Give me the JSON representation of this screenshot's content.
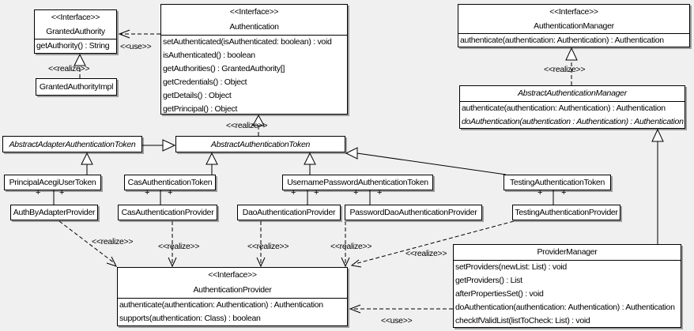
{
  "diagram": {
    "background_color": "#f0f0f0",
    "box_fill": "#ffffff",
    "line_color": "#000000",
    "shadow_color": "#9c9c9c"
  },
  "boxes": {
    "granted_authority": {
      "stereotype": "<<Interface>>",
      "name": "GrantedAuthority",
      "methods": [
        "getAuthority() : String"
      ]
    },
    "granted_authority_impl": {
      "name": "GrantedAuthorityImpl"
    },
    "authentication": {
      "stereotype": "<<Interface>>",
      "name": "Authentication",
      "methods": [
        "setAuthenticated(isAuthenticated: boolean) : void",
        "isAuthenticated() : boolean",
        "getAuthorities() : GrantedAuthority[]",
        "getCredentials() : Object",
        "getDetails() : Object",
        "getPrincipal() : Object"
      ]
    },
    "authentication_manager": {
      "stereotype": "<<Interface>>",
      "name": "AuthenticationManager",
      "methods": [
        "authenticate(authentication: Authentication) : Authentication"
      ]
    },
    "abstract_authentication_manager": {
      "name": "AbstractAuthenticationManager",
      "abstract": true,
      "methods": [
        "authenticate(authentication: Authentication) : Authentication",
        "doAuthentication(authentication : Authentication) : Authentication"
      ]
    },
    "abstract_adapter_authentication_token": {
      "name": "AbstractAdapterAuthenticationToken",
      "abstract": true
    },
    "abstract_authentication_token": {
      "name": "AbstractAuthenticationToken",
      "abstract": true
    },
    "principal_acegi_user_token": {
      "name": "PrincipalAcegiUserToken"
    },
    "cas_authentication_token": {
      "name": "CasAuthenticationToken"
    },
    "username_password_authentication_token": {
      "name": "UsernamePasswordAuthenticationToken"
    },
    "testing_authentication_token": {
      "name": "TestingAuthenticationToken"
    },
    "auth_by_adapter_provider": {
      "name": "AuthByAdapterProvider"
    },
    "cas_authentication_provider": {
      "name": "CasAuthenticationProvider"
    },
    "dao_authentication_provider": {
      "name": "DaoAuthenticationProvider"
    },
    "password_dao_authentication_provider": {
      "name": "PasswordDaoAuthenticationProvider"
    },
    "testing_authentication_provider": {
      "name": "TestingAuthenticationProvider"
    },
    "provider_manager": {
      "name": "ProviderManager",
      "methods": [
        "setProviders(newList: List) : void",
        "getProviders() : List",
        "afterPropertiesSet() : void",
        "doAuthentication(authentication: Authentication) : Authentication",
        "checkIfValidList(listToCheck: List) : void"
      ]
    },
    "authentication_provider": {
      "stereotype": "<<Interface>>",
      "name": "AuthenticationProvider",
      "methods": [
        "authenticate(authentication: Authentication) : Authentication",
        "supports(authentication: Class) : boolean"
      ]
    }
  },
  "labels": {
    "use": "<<use>>",
    "realize": "<<realize>>",
    "cardinality_plus": "+"
  }
}
